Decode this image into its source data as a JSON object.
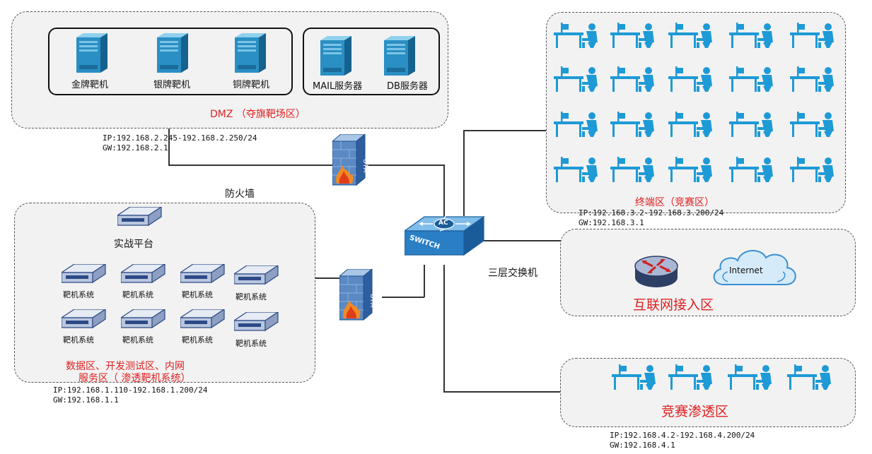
{
  "dmz": {
    "servers": [
      "金牌靶机",
      "银牌靶机",
      "铜牌靶机"
    ],
    "services": [
      "MAIL服务器",
      "DB服务器"
    ],
    "title": "DMZ （夺旗靶场区）",
    "ip": "IP:192.168.2.245-192.168.2.250/24",
    "gw": "GW:192.168.2.1"
  },
  "firewall_label": "防火墙",
  "utm_label": "UTM",
  "switch": {
    "label": "SWITCH",
    "center": "AC",
    "caption": "三层交换机"
  },
  "data_zone": {
    "platform": "实战平台",
    "target": "靶机系统",
    "title_line1": "数据区、开发测试区、内网",
    "title_line2": "服务区（ 渗透靶机系统）",
    "ip": "IP:192.168.1.110-192.168.1.200/24",
    "gw": "GW:192.168.1.1"
  },
  "terminal_zone": {
    "title": "终端区（竞赛区）",
    "ip": "IP:192.168.3.2-192.168.3.200/24",
    "gw": "GW:192.168.3.1"
  },
  "internet_zone": {
    "cloud": "Internet",
    "title": "互联网接入区"
  },
  "pentest_zone": {
    "title": "竞赛渗透区",
    "ip": "IP:192.168.4.2-192.168.4.200/24",
    "gw": "GW:192.168.4.1"
  },
  "colors": {
    "accent_red": "#e02020",
    "server_blue": "#2a8fc4",
    "person_blue": "#1e9ad6",
    "router_red": "#cc2222"
  }
}
